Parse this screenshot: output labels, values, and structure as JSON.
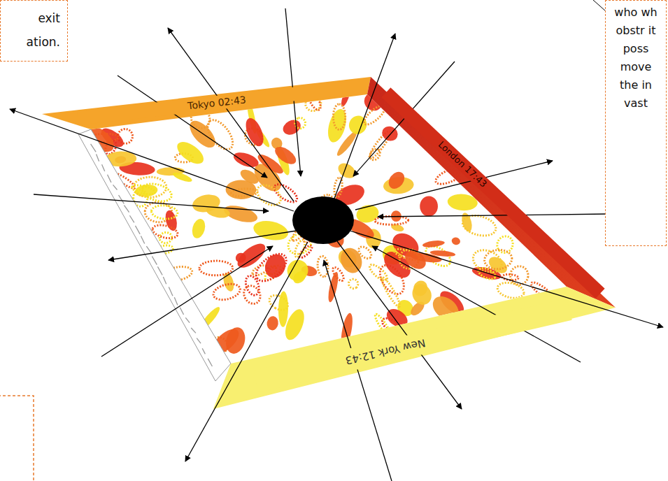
{
  "diagram": {
    "nodes": [
      {
        "text": [
          "exit ation."
        ]
      },
      {
        "text": [
          "who wh obstr it poss move the in vast"
        ]
      },
      {
        "text": [
          "Tokyo 02:43"
        ]
      },
      {
        "text": [
          "London 17:43"
        ]
      },
      {
        "text": [
          "New York 12:43"
        ]
      }
    ]
  }
}
